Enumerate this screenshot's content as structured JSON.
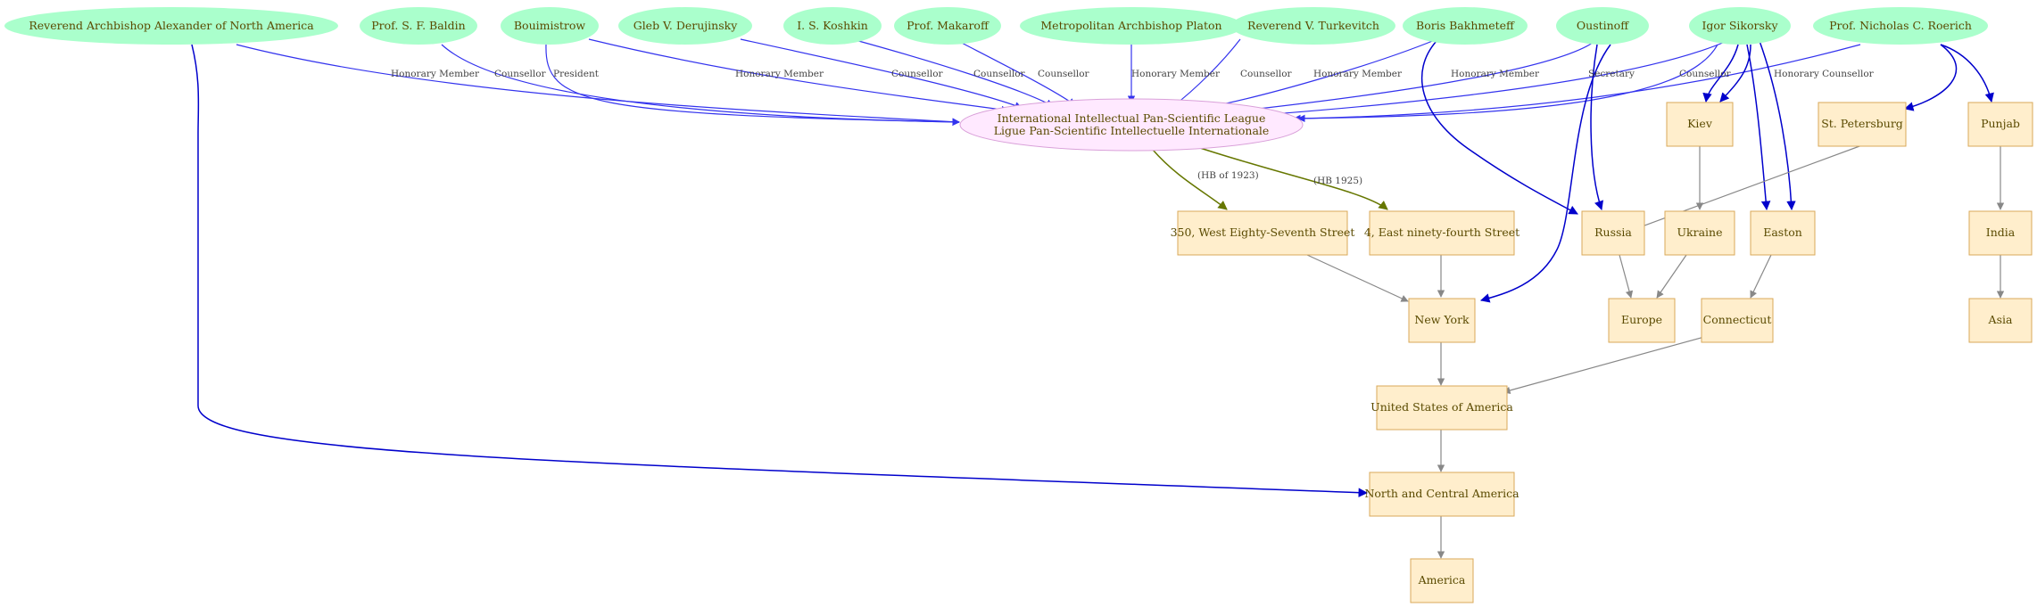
{
  "colors": {
    "person_fill": "#aaffcc",
    "place_fill": "#ffeecc",
    "place_stroke": "#d9a85a",
    "org_fill": "#ffe9ff",
    "org_stroke": "#d9a0d9",
    "text": "#5a4a00",
    "edge_blue": "#3333ee",
    "edge_darkblue": "#0000cc",
    "edge_olive": "#667700",
    "edge_gray": "#888888"
  },
  "people": {
    "alexander": "Reverend Archbishop Alexander  of North America",
    "baldin": "Prof. S. F. Baldin",
    "bouimistrow": "Bouimistrow",
    "derujinsky": "Gleb V. Derujinsky",
    "koshkin": "I. S. Koshkin",
    "makaroff": "Prof. Makaroff",
    "platon": "Metropolitan Archbishop Platon",
    "turkevitch": "Reverend V. Turkevitch",
    "bakhmeteff": "Boris Bakhmeteff",
    "oustinoff": "Oustinoff",
    "sikorsky": "Igor Sikorsky",
    "roerich": "Prof. Nicholas C. Roerich"
  },
  "organization": {
    "line1": "International Intellectual Pan-Scientific League",
    "line2": "Ligue Pan-Scientific Intellectuelle Internationale"
  },
  "places": {
    "w87": "350, West Eighty-Seventh Street",
    "e94": "4, East ninety-fourth Street",
    "russia": "Russia",
    "ukraine": "Ukraine",
    "easton": "Easton",
    "india": "India",
    "kiev": "Kiev",
    "stpetersburg": "St. Petersburg",
    "punjab": "Punjab",
    "newyork": "New York",
    "europe": "Europe",
    "connecticut": "Connecticut",
    "asia": "Asia",
    "usa": "United States of America",
    "nca": "North and Central America",
    "america": "America"
  },
  "edge_labels": {
    "alexander": "Honorary Member",
    "baldin": "Counsellor",
    "bouimistrow": "President",
    "derujinsky": "Honorary Member",
    "koshkin": "Counsellor",
    "makaroff_a": "Counsellor",
    "makaroff_b": "Counsellor",
    "platon": "Honorary Member",
    "turkevitch": "Counsellor",
    "bakhmeteff": "Honorary Member",
    "oustinoff_a": "Honorary Member",
    "oustinoff_b": "Secretary",
    "sikorsky": "Counsellor",
    "roerich": "Honorary Counsellor",
    "hb1923": "(HB of 1923)",
    "hb1925": "(HB 1925)"
  }
}
